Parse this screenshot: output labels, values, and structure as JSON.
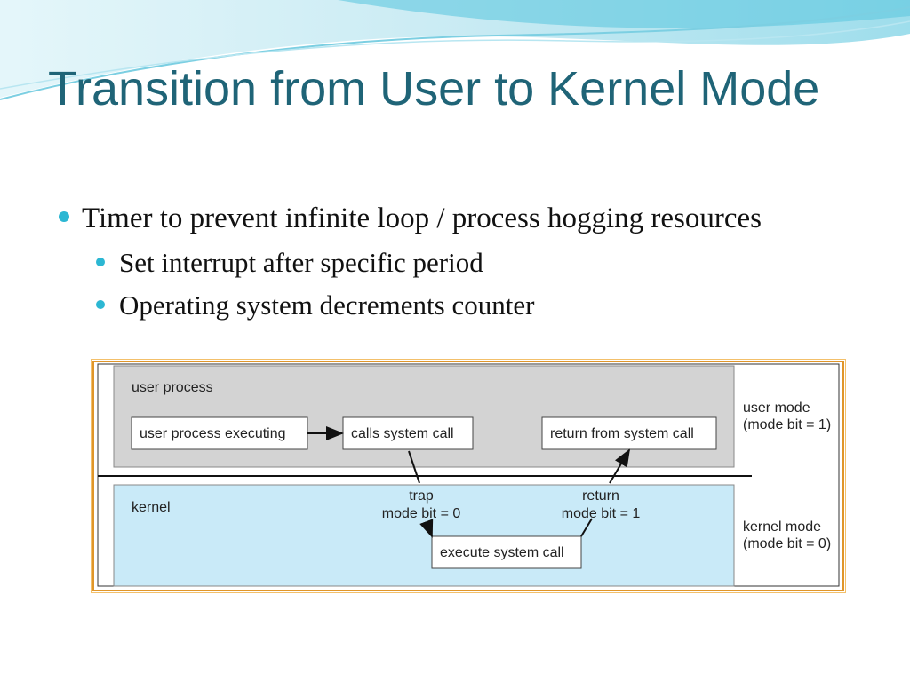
{
  "slide": {
    "title": "Transition from User to Kernel Mode",
    "bullets": [
      {
        "text": "Timer to prevent infinite loop / process hogging resources",
        "sub": [
          "Set interrupt after specific period",
          "Operating system decrements counter"
        ]
      }
    ]
  },
  "diagram": {
    "user_region_label": "user process",
    "kernel_region_label": "kernel",
    "user_mode_label": "user mode",
    "user_mode_bit": "(mode bit = 1)",
    "kernel_mode_label": "kernel mode",
    "kernel_mode_bit": "(mode bit = 0)",
    "box_user_exec": "user process executing",
    "box_calls_syscall": "calls system call",
    "box_return_syscall": "return from system call",
    "box_execute_syscall": "execute system call",
    "trap_label": "trap",
    "trap_bit": "mode bit = 0",
    "return_label": "return",
    "return_bit": "mode bit = 1"
  },
  "colors": {
    "title": "#1f6477",
    "bullet": "#2cb7d3",
    "user_region": "#d3d3d3",
    "kernel_region": "#c9eaf8",
    "figure_border": "#e0962a"
  }
}
